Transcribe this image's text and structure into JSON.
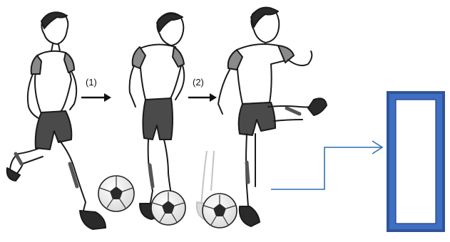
{
  "steps": [
    {
      "label": "(1)"
    },
    {
      "label": "(2)"
    }
  ],
  "figures": [
    {
      "name": "kicker-approach"
    },
    {
      "name": "kicker-plant"
    },
    {
      "name": "kicker-follow-through"
    }
  ],
  "colors": {
    "ink": "#1a1a1a",
    "connector": "#2f6fb0",
    "frame_outer": "#2e5597",
    "frame_inner": "#3f6fc4"
  },
  "answer_box": {
    "content": ""
  }
}
